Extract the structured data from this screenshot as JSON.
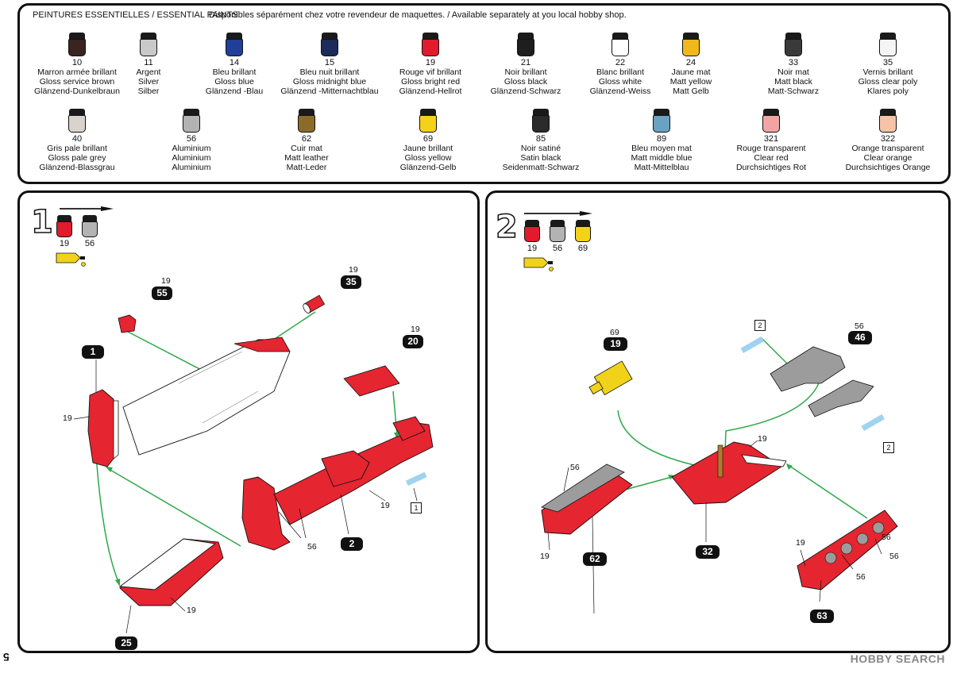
{
  "legend": {
    "title": "PEINTURES ESSENTIELLES / ESSENTIAL PAINTS",
    "availability": "Disponibles séparément chez votre revendeur de maquettes. / Available separately at you local hobby shop.",
    "row1": [
      {
        "num": "10",
        "fr": "Marron armée brillant",
        "en": "Gloss service brown",
        "de": "Glänzend-Dunkelbraun",
        "color": "#3b2320"
      },
      {
        "num": "11",
        "fr": "Argent",
        "en": "Silver",
        "de": "Silber",
        "color": "#c9c9c9"
      },
      {
        "num": "14",
        "fr": "Bleu brillant",
        "en": "Gloss blue",
        "de": "Glänzend -Blau",
        "color": "#1f3f9a"
      },
      {
        "num": "15",
        "fr": "Bleu nuit brillant",
        "en": "Gloss midnight blue",
        "de": "Glänzend -Mitternachtblau",
        "color": "#1c2b5a"
      },
      {
        "num": "19",
        "fr": "Rouge vif brillant",
        "en": "Gloss bright red",
        "de": "Glänzend-Hellrot",
        "color": "#e11b2b"
      },
      {
        "num": "21",
        "fr": "Noir brillant",
        "en": "Gloss black",
        "de": "Glänzend-Schwarz",
        "color": "#1e1e1e"
      },
      {
        "num": "22",
        "fr": "Blanc brillant",
        "en": "Gloss white",
        "de": "Glänzend-Weiss",
        "color": "#ffffff"
      },
      {
        "num": "24",
        "fr": "Jaune mat",
        "en": "Matt yellow",
        "de": "Matt Gelb",
        "color": "#f2b71a"
      },
      {
        "num": "33",
        "fr": "Noir mat",
        "en": "Matt black",
        "de": "Matt-Schwarz",
        "color": "#3a3a3a"
      },
      {
        "num": "35",
        "fr": "Vernis brillant",
        "en": "Gloss clear poly",
        "de": "Klares poly",
        "color": "#f5f5f5"
      }
    ],
    "row2": [
      {
        "num": "40",
        "fr": "Gris pale brillant",
        "en": "Gloss pale grey",
        "de": "Glänzend-Blassgrau",
        "color": "#d8d4cc"
      },
      {
        "num": "56",
        "fr": "Aluminium",
        "en": "Aluminium",
        "de": "Aluminium",
        "color": "#b3b3b3"
      },
      {
        "num": "62",
        "fr": "Cuir mat",
        "en": "Matt leather",
        "de": "Matt-Leder",
        "color": "#8c6a2a"
      },
      {
        "num": "69",
        "fr": "Jaune brillant",
        "en": "Gloss yellow",
        "de": "Glänzend-Gelb",
        "color": "#f5d21a"
      },
      {
        "num": "85",
        "fr": "Noir satiné",
        "en": "Satin black",
        "de": "Seidenmatt-Schwarz",
        "color": "#2b2b2b"
      },
      {
        "num": "89",
        "fr": "Bleu moyen mat",
        "en": "Matt middle blue",
        "de": "Matt-Mittelblau",
        "color": "#6aa3c2"
      },
      {
        "num": "321",
        "fr": "Rouge transparent",
        "en": "Clear red",
        "de": "Durchsichtiges Rot",
        "color": "#f3a3a3"
      },
      {
        "num": "322",
        "fr": "Orange transparent",
        "en": "Clear orange",
        "de": "Durchsichtiges Orange",
        "color": "#f6c3a8"
      }
    ]
  },
  "step1": {
    "number": "1",
    "paints": [
      {
        "num": "19",
        "color": "#e11b2b"
      },
      {
        "num": "56",
        "color": "#b3b3b3"
      }
    ],
    "parts": [
      {
        "tag": "55",
        "paint": "19"
      },
      {
        "tag": "35",
        "paint": "19"
      },
      {
        "tag": "20",
        "paint": "19"
      },
      {
        "tag": "1"
      },
      {
        "tag": "2"
      },
      {
        "tag": "25"
      }
    ],
    "callouts": [
      "19",
      "19",
      "56",
      "19"
    ],
    "ref_box": "1"
  },
  "step2": {
    "number": "2",
    "paints": [
      {
        "num": "19",
        "color": "#e11b2b"
      },
      {
        "num": "56",
        "color": "#b3b3b3"
      },
      {
        "num": "69",
        "color": "#f5d21a"
      }
    ],
    "parts": [
      {
        "tag": "19",
        "paint": "69"
      },
      {
        "tag": "46",
        "paint": "56"
      },
      {
        "tag": "62"
      },
      {
        "tag": "32"
      },
      {
        "tag": "63"
      }
    ],
    "callouts": [
      "56",
      "19",
      "19",
      "19",
      "56",
      "56",
      "56"
    ],
    "ref_boxes": [
      "2",
      "2"
    ]
  },
  "colors": {
    "part_red": "#e52530",
    "arrow_green": "#2ea84a",
    "glue_yellow": "#f0d21a",
    "clear_blue": "#9fd3ef",
    "grey_part": "#9c9c9c"
  },
  "page_number": "5",
  "watermark": "HOBBY SEARCH"
}
